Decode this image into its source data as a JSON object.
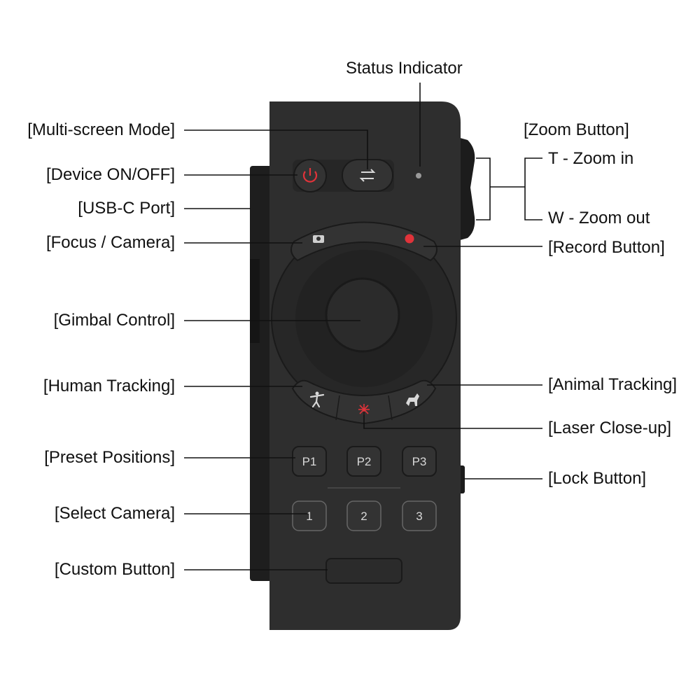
{
  "labels": {
    "status_indicator": "Status Indicator",
    "multi_screen": "[Multi-screen Mode]",
    "device_power": "[Device ON/OFF]",
    "usb_c": "[USB-C Port]",
    "focus_camera": "[Focus / Camera]",
    "gimbal": "[Gimbal Control]",
    "human_tracking": "[Human Tracking]",
    "preset_positions": "[Preset Positions]",
    "select_camera": "[Select Camera]",
    "custom_button": "[Custom Button]",
    "zoom_button": "[Zoom Button]",
    "zoom_in": "T - Zoom in",
    "zoom_out": "W - Zoom out",
    "record_button": "[Record Button]",
    "animal_tracking": "[Animal Tracking]",
    "laser_closeup": "[Laser Close-up]",
    "lock_button": "[Lock Button]"
  },
  "device": {
    "presets": [
      "P1",
      "P2",
      "P3"
    ],
    "cameras": [
      "1",
      "2",
      "3"
    ]
  },
  "colors": {
    "body": "#2e2e2e",
    "accent_red": "#e0333a",
    "line": "#111111"
  }
}
